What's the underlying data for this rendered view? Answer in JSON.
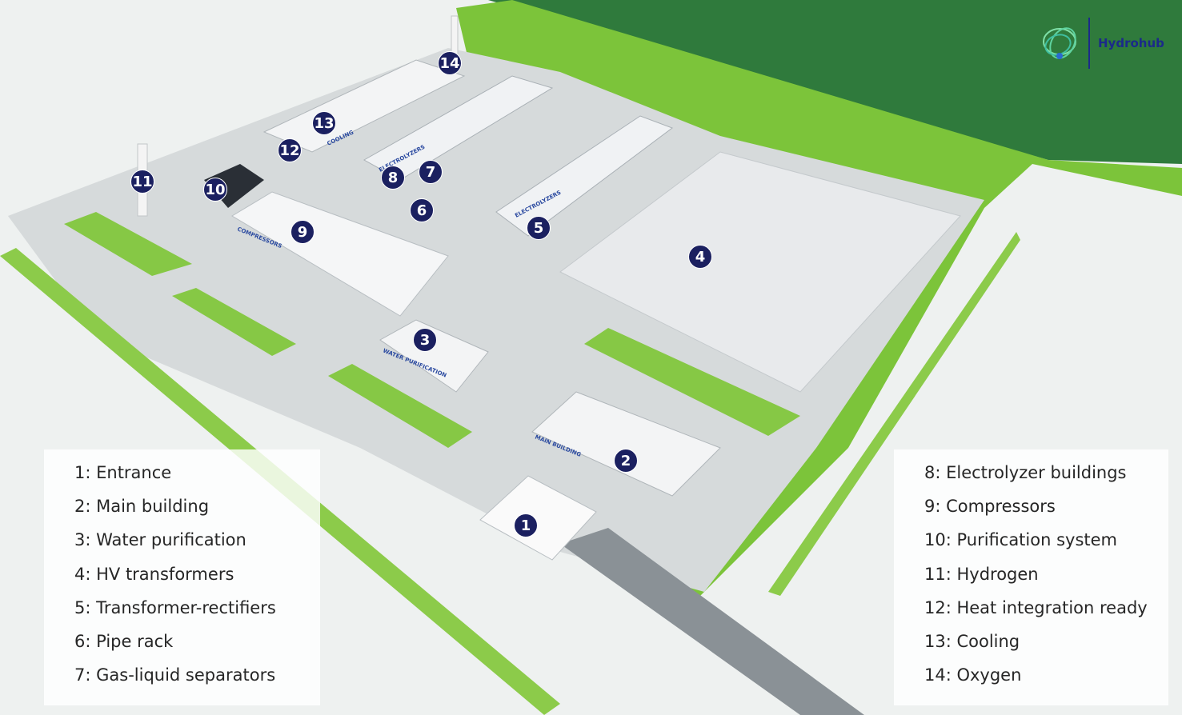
{
  "brand": {
    "name": "Hydrohub",
    "colors": {
      "sea": "#2f7a3c",
      "grass": "#7cc43a",
      "marker": "#1b2060",
      "brand_text": "#1b2a8a"
    }
  },
  "markers": [
    "1",
    "2",
    "3",
    "4",
    "5",
    "6",
    "7",
    "8",
    "9",
    "10",
    "11",
    "12",
    "13",
    "14"
  ],
  "legend_left": [
    "1: Entrance",
    "2: Main building",
    "3: Water purification",
    "4: HV transformers",
    "5: Transformer-rectifiers",
    "6: Pipe rack",
    "7: Gas-liquid separators"
  ],
  "legend_right": [
    "8: Electrolyzer buildings",
    "9: Compressors",
    "10: Purification system",
    "11: Hydrogen",
    "12: Heat integration ready",
    "13: Cooling",
    "14: Oxygen"
  ],
  "building_labels": {
    "electrolyzers": "ELECTROLYZERS",
    "compressors": "COMPRESSORS",
    "water": "WATER PURIFICATION",
    "main": "MAIN BUILDING",
    "cooling": "COOLING"
  }
}
